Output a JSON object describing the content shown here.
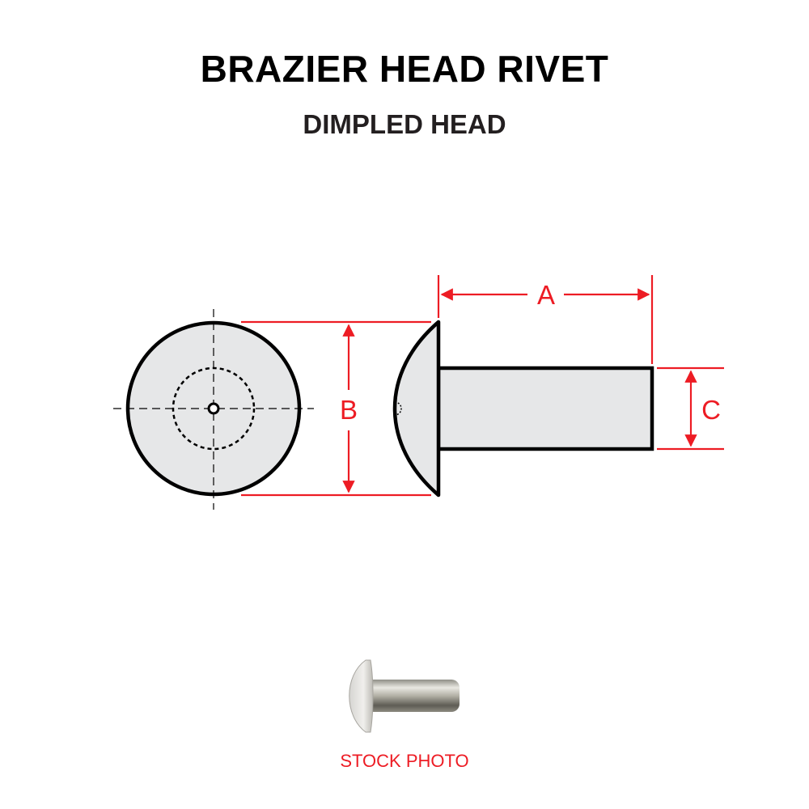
{
  "header": {
    "title": "BRAZIER HEAD RIVET",
    "subtitle": "DIMPLED HEAD"
  },
  "diagram": {
    "views": [
      "end-view",
      "side-view"
    ],
    "dimensions": {
      "a_label": "A",
      "b_label": "B",
      "c_label": "C"
    },
    "colors": {
      "dimension": "#ed1c24",
      "outline": "#000000",
      "fill": "#e6e7e8"
    }
  },
  "photo": {
    "caption": "STOCK PHOTO"
  }
}
